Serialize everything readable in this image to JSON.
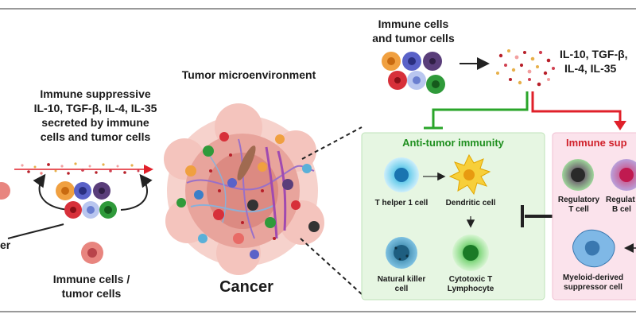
{
  "left": {
    "suppressive_title": "Immune suppressive",
    "suppressive_cytokines": "IL-10, TGF-β, IL-4, IL-35",
    "secreted_line1": "secreted by immune",
    "secreted_line2": "cells and tumor cells",
    "cells_line1": "Immune cells /",
    "cells_line2": "tumor cells",
    "edge_fragment": "er"
  },
  "center": {
    "tme_title": "Tumor microenvironment",
    "cancer_label": "Cancer"
  },
  "top": {
    "cells_line1": "Immune cells",
    "cells_line2": "and tumor cells",
    "cytokines_line1": "IL-10, TGF-β,",
    "cytokines_line2": "IL-4, IL-35"
  },
  "anti_tumor": {
    "title": "Anti-tumor immunity",
    "t_helper": "T helper 1 cell",
    "dendritic": "Dendritic cell",
    "nk_line1": "Natural killer",
    "nk_line2": "cell",
    "ctl_line1": "Cytotoxic T",
    "ctl_line2": "Lymphocyte"
  },
  "suppression": {
    "title": "Immune sup",
    "treg_line1": "Regulatory",
    "treg_line2": "T cell",
    "breg_line1": "Regulat",
    "breg_line2": "B cel",
    "mdsc_line1": "Myeloid-derived",
    "mdsc_line2": "suppressor cell"
  },
  "colors": {
    "green": "#2aa52a",
    "red": "#d0202a",
    "green_panel": "#e6f6e2",
    "pink_panel": "#fbe3ec"
  }
}
